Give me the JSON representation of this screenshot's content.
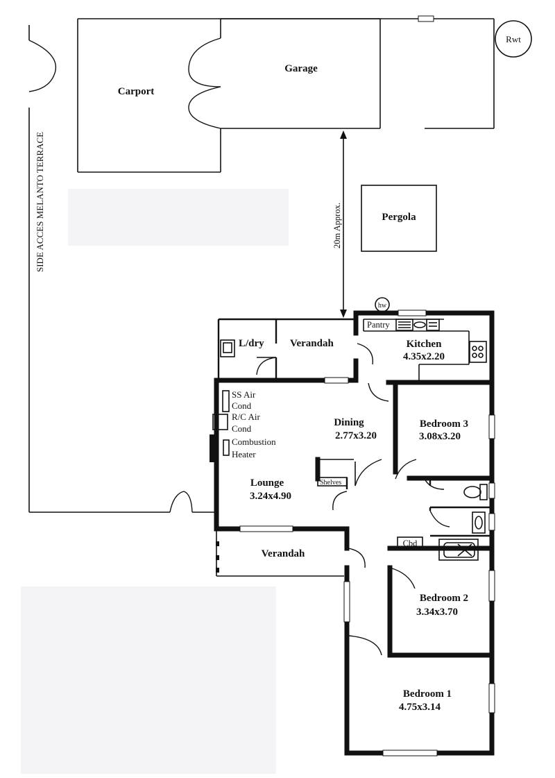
{
  "street": {
    "label": "SIDE ACCES MELANTO TERRACE"
  },
  "outbuildings": {
    "carport": "Carport",
    "garage": "Garage",
    "pergola": "Pergola",
    "rwt": "Rwt",
    "distance_note": "20m Approx.",
    "hw": "hw"
  },
  "rooms": {
    "ldry": {
      "name": "L/dry"
    },
    "verandah_rear": {
      "name": "Verandah"
    },
    "pantry": {
      "name": "Pantry"
    },
    "kitchen": {
      "name": "Kitchen",
      "dims": "4.35x2.20"
    },
    "dining": {
      "name": "Dining",
      "dims": "2.77x3.20"
    },
    "bedroom3": {
      "name": "Bedroom 3",
      "dims": "3.08x3.20"
    },
    "lounge": {
      "name": "Lounge",
      "dims": "3.24x4.90"
    },
    "shelves": {
      "name": "Shelves"
    },
    "verandah_front": {
      "name": "Verandah"
    },
    "cbd": {
      "name": "Cbd"
    },
    "bedroom2": {
      "name": "Bedroom 2",
      "dims": "3.34x3.70"
    },
    "bedroom1": {
      "name": "Bedroom 1",
      "dims": "4.75x3.14"
    }
  },
  "fixtures": {
    "ss_air_line1": "SS Air",
    "ss_air_line2": "Cond",
    "rc_air_line1": "R/C Air",
    "rc_air_line2": "Cond",
    "heater_line1": "Combustion",
    "heater_line2": "Heater"
  }
}
